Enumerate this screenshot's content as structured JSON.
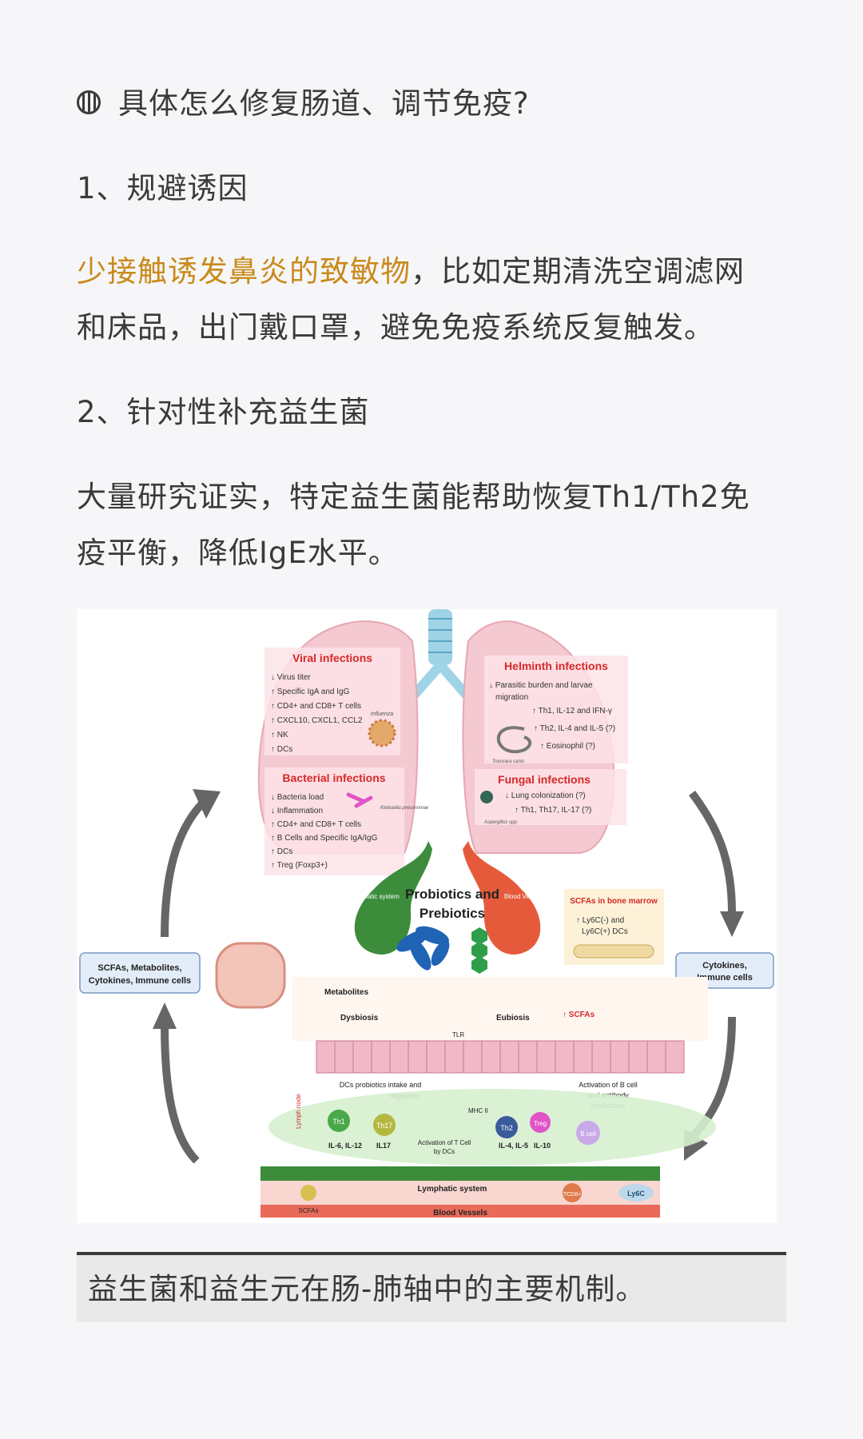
{
  "article": {
    "heading": "具体怎么修复肠道、调节免疫?",
    "step1_title": "1、规避诱因",
    "step1_highlight": "少接触诱发鼻炎的致敏物",
    "step1_rest_line1": "，比如定期清洗空调滤网",
    "step1_line2": "和床品，出门戴口罩，避免免疫系统反复触发。",
    "step2_title": "2、针对性补充益生菌",
    "step2_line1": "大量研究证实，特定益生菌能帮助恢复Th1/Th2免",
    "step2_line2": "疫平衡，降低IgE水平。",
    "caption": "益生菌和益生元在肠-肺轴中的主要机制。"
  },
  "figure": {
    "viral": {
      "title": "Viral infections",
      "items": [
        "↓ Virus titer",
        "↑ Specific IgA and IgG",
        "↑ CD4+ and CD8+ T cells",
        "↑ CXCL10, CXCL1, CCL2",
        "↑ NK",
        "↑ DCs"
      ],
      "label": "Influenza"
    },
    "helminth": {
      "title": "Helminth infections",
      "items": [
        "↓ Parasitic burden and larvae",
        "migration",
        "↑ Th1, IL-12 and IFN-γ",
        "↑ Th2, IL-4 and IL-5 (?)",
        "↑ Eosinophil (?)"
      ],
      "label": "Toxocara canis"
    },
    "bacterial": {
      "title": "Bacterial infections",
      "items": [
        "↓ Bacteria load",
        "↓ Inflammation",
        "↑ CD4+ and CD8+ T cells",
        "↑ B Cells and Specific IgA/IgG",
        "↑ DCs",
        "↑ Treg (Foxp3+)"
      ],
      "label": "Klebsiella pneumoniae"
    },
    "fungal": {
      "title": "Fungal infections",
      "items": [
        "↓ Lung colonization (?)",
        "↑ Th1, Th17, IL-17 (?)"
      ],
      "label": "Aspergillus spp."
    },
    "center_title_1": "Probiotics and",
    "center_title_2": "Prebiotics",
    "lymphatic_vessel": "Lymphatic system",
    "blood_vessel": "Blood Vessels",
    "bone_marrow_title": "SCFAs in bone marrow",
    "bone_marrow_1": "↑ Ly6C(-) and",
    "bone_marrow_2": "Ly6C(+) DCs",
    "left_box_1": "SCFAs, Metabolites,",
    "left_box_2": "Cytokines, Immune cells",
    "right_box_1": "Cytokines,",
    "right_box_2": "Immune cells",
    "metabolites": "Metabolites",
    "dysbiosis": "Dysbiosis",
    "eubiosis": "Eubiosis",
    "scfas_arrow": "↑ SCFAs",
    "tlr": "TLR",
    "dcs_1": "DCs probiotics intake and",
    "dcs_2": "migration",
    "mhc": "MHC II",
    "activation_b_1": "Activation of B cell",
    "activation_b_2": "and antibody",
    "activation_b_3": "production",
    "lymph_node": "Lymph node",
    "th1": "Th1",
    "th17": "Th17",
    "th2": "Th2",
    "treg": "Treg",
    "bcell": "B cell",
    "il6": "IL-6, IL-12",
    "il17": "IL17",
    "il4": "IL-4, IL-5",
    "il10": "IL-10",
    "activation_t_1": "Activation of T Cell",
    "activation_t_2": "by DCs",
    "lymphatic_system": "Lymphatic system",
    "blood_vessels_bottom": "Blood Vessels",
    "scfas_bottom": "SCFAs",
    "tcd8": "TCD8+",
    "ly6c": "Ly6C"
  },
  "colors": {
    "accent": "#c98a1a",
    "text": "#3a3a3a",
    "background": "#f6f6f8",
    "red_title": "#d62828",
    "lung_pink": "#f4c9d1",
    "lymph_green": "#3c8c3c",
    "vessel_red": "#e55a3a",
    "probiotic_blue": "#1f63b5"
  }
}
